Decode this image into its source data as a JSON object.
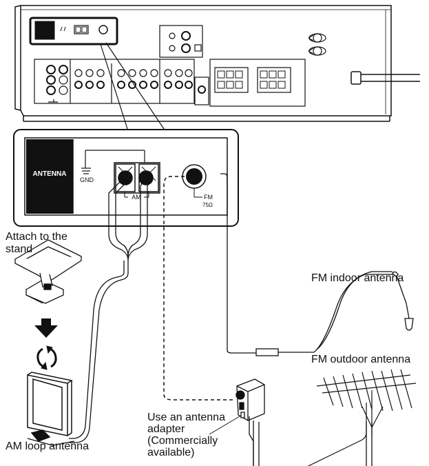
{
  "panel": {
    "label": "ANTENNA",
    "gnd": "GND",
    "am": "AM",
    "fm": "FM",
    "ohm": "75Ω"
  },
  "labels": {
    "attach_line1": "Attach to the",
    "attach_line2": "stand",
    "fm_indoor": "FM indoor antenna",
    "fm_outdoor": "FM outdoor antenna",
    "adapter_line1": "Use an antenna",
    "adapter_line2": "adapter",
    "adapter_line3": "(Commercially",
    "adapter_line4": "available)",
    "am_loop": "AM loop antenna"
  },
  "colors": {
    "ink": "#111111",
    "panel_black": "#111111",
    "paper": "#ffffff"
  },
  "icons": [
    "down-arrow-icon",
    "rotate-arrows-icon"
  ]
}
